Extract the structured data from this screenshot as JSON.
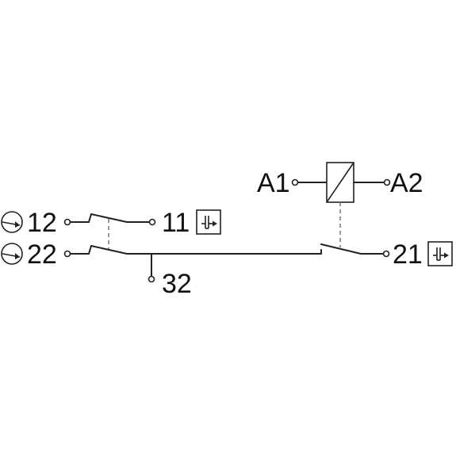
{
  "terminals": {
    "a1": "A1",
    "a2": "A2",
    "t11": "11",
    "t12": "12",
    "t21": "21",
    "t22": "22",
    "t32": "32"
  },
  "icons": {
    "contact_symbol": "delay-contact-symbol-icon",
    "actuator_symbol": "arrow-circle-icon"
  }
}
